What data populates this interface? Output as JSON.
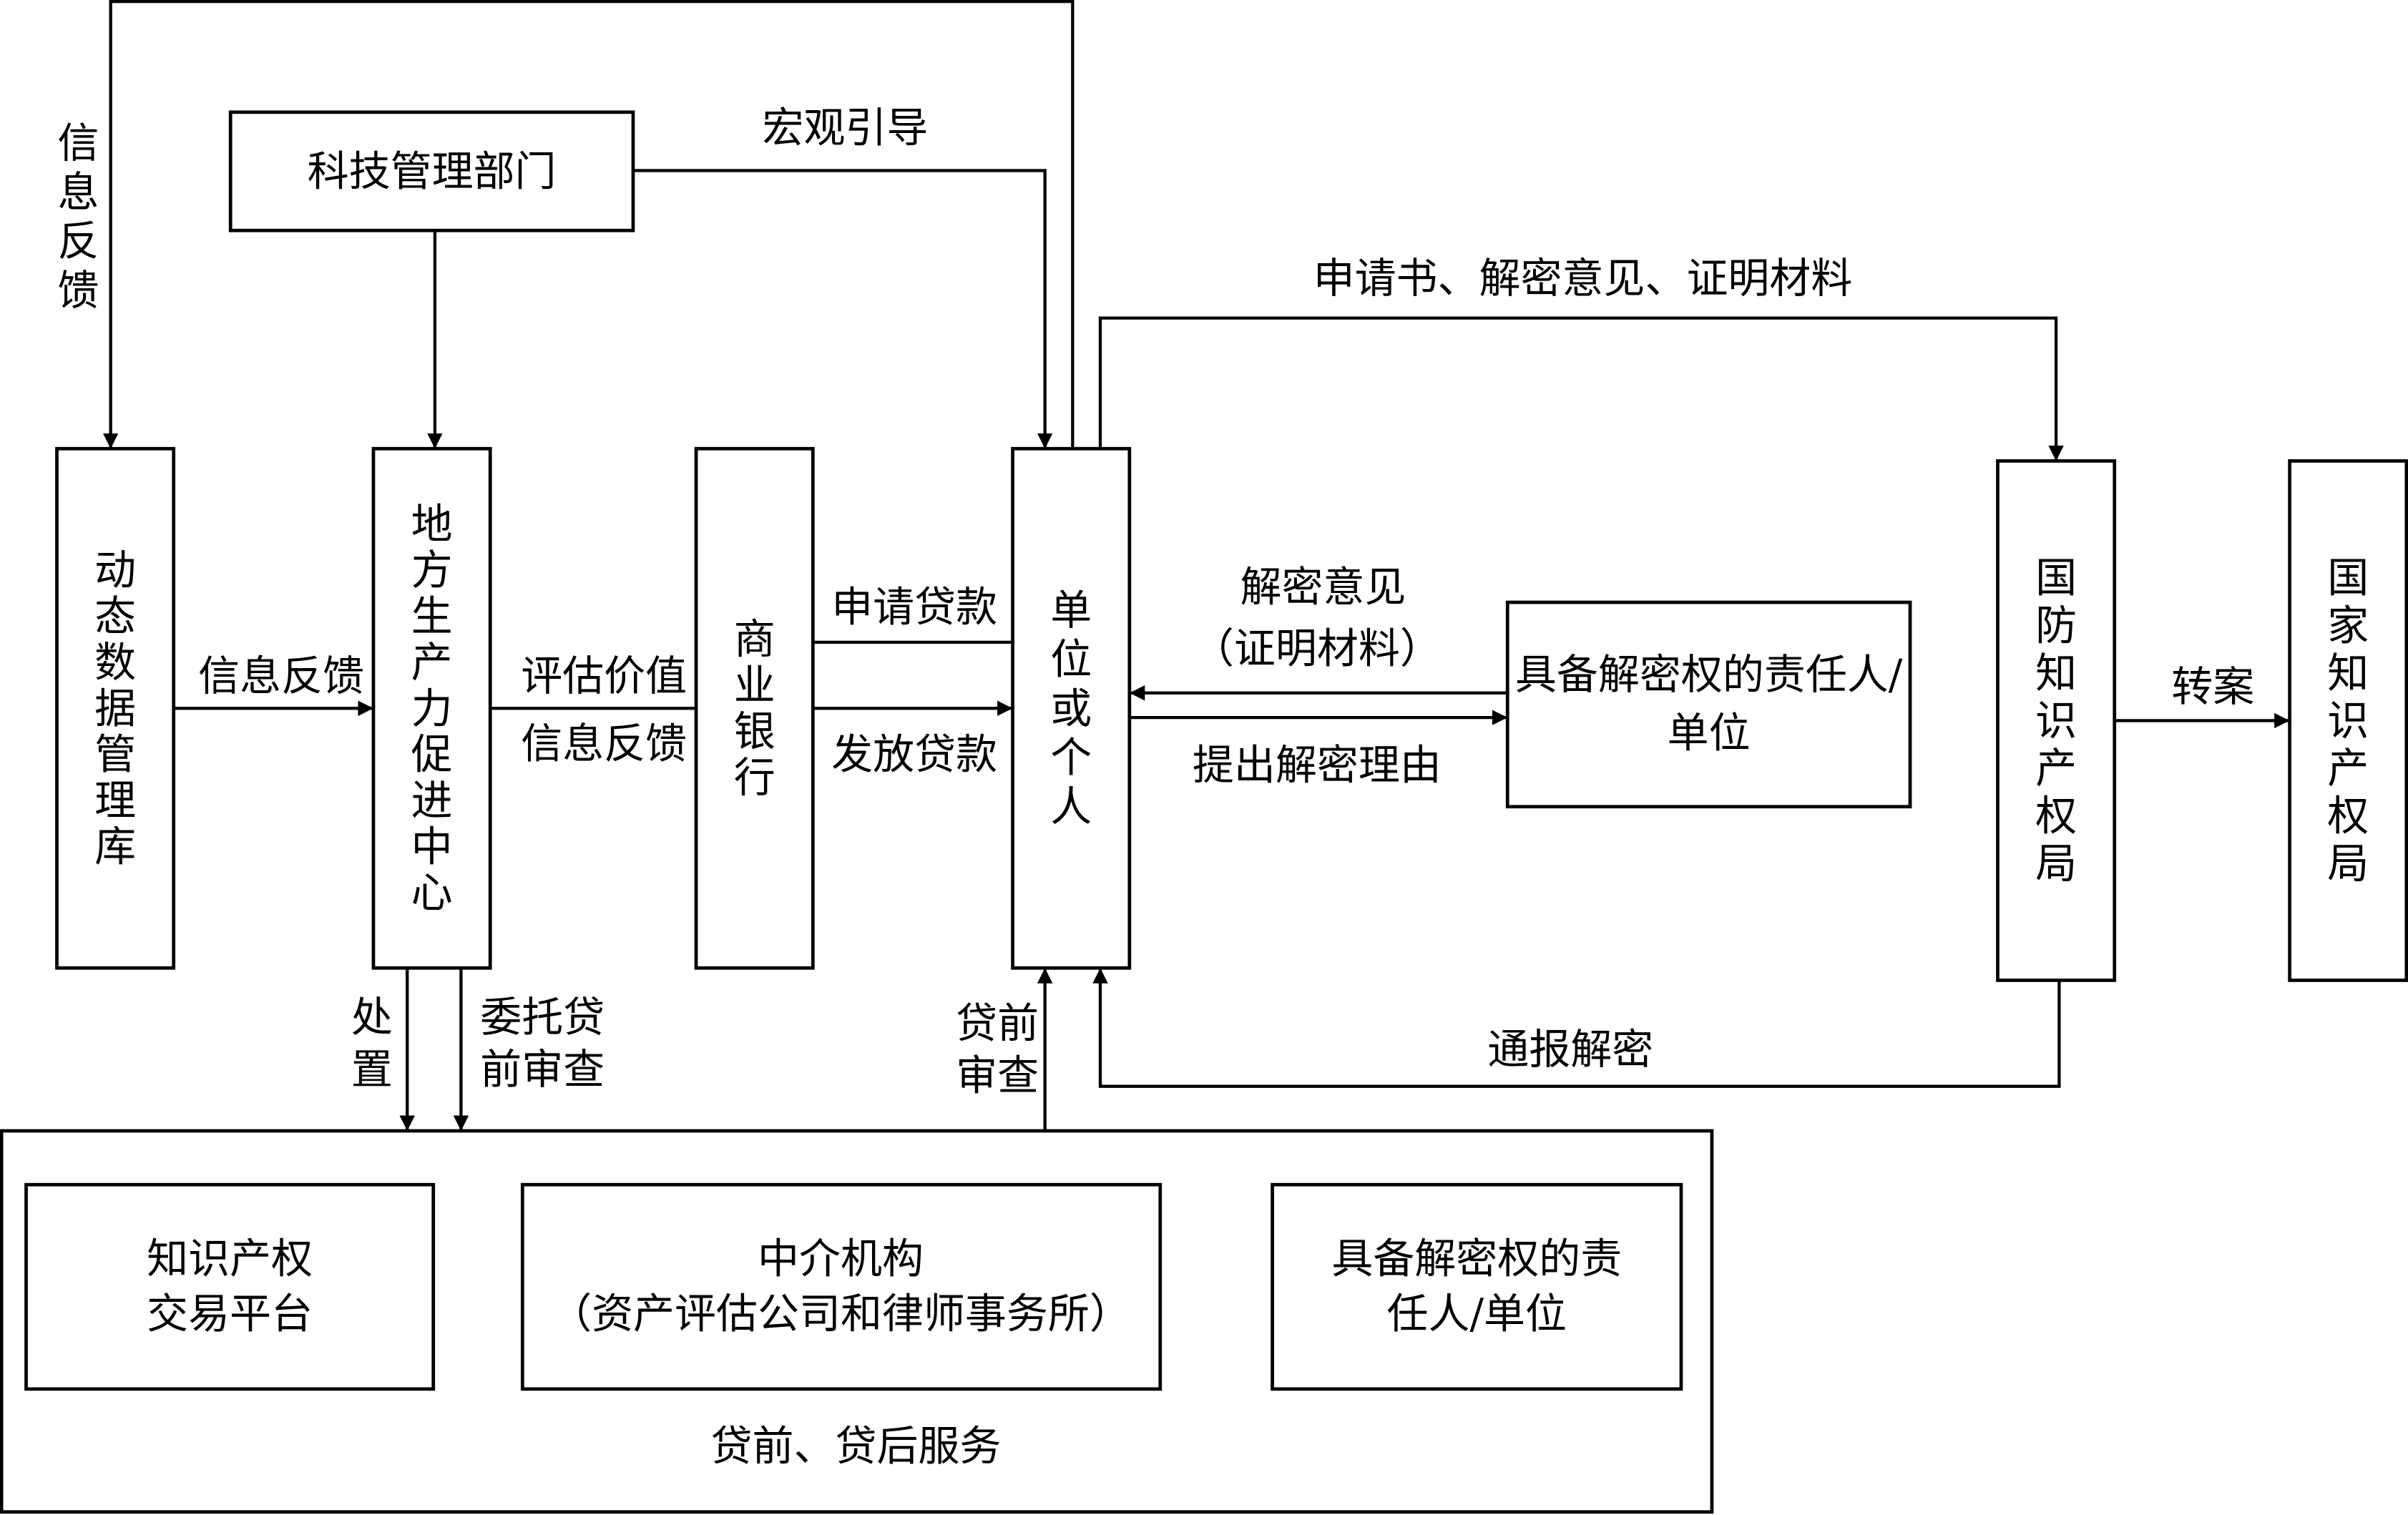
{
  "nodes": {
    "tech_dept": "科技管理部门",
    "dynamic_db": "动态数据管理库",
    "productivity_center": "地方生产力促进中心",
    "commercial_bank": "商业银行",
    "unit_individual": "单位或个人",
    "declass_authority": "具备解密权的责任人/单位",
    "defense_ip_office": "国防知识产权局",
    "national_ip_office": "国家知识产权局",
    "ip_platform": "知识产权交易平台",
    "intermediary_name": "中介机构",
    "intermediary_detail": "（资产评估公司和律师事务所）",
    "declass_authority_2": "具备解密权的责任人/单位",
    "services_caption": "贷前、贷后服务"
  },
  "edges": {
    "info_feedback_top": "信息反馈",
    "macro_guidance": "宏观引导",
    "application_docs": "申请书、解密意见、证明材料",
    "info_feedback_db": "信息反馈",
    "valuation": "评估价值",
    "info_feedback_bank": "信息反馈",
    "loan_application": "申请贷款",
    "loan_disbursement": "发放贷款",
    "declass_opinion": "解密意见",
    "proof_materials": "（证明材料）",
    "declass_reason": "提出解密理由",
    "transfer_case": "转案",
    "disposal": "处置",
    "entrusted_review": "委托贷前审查",
    "pre_loan_review": "贷前审查",
    "notify_declass": "通报解密"
  }
}
